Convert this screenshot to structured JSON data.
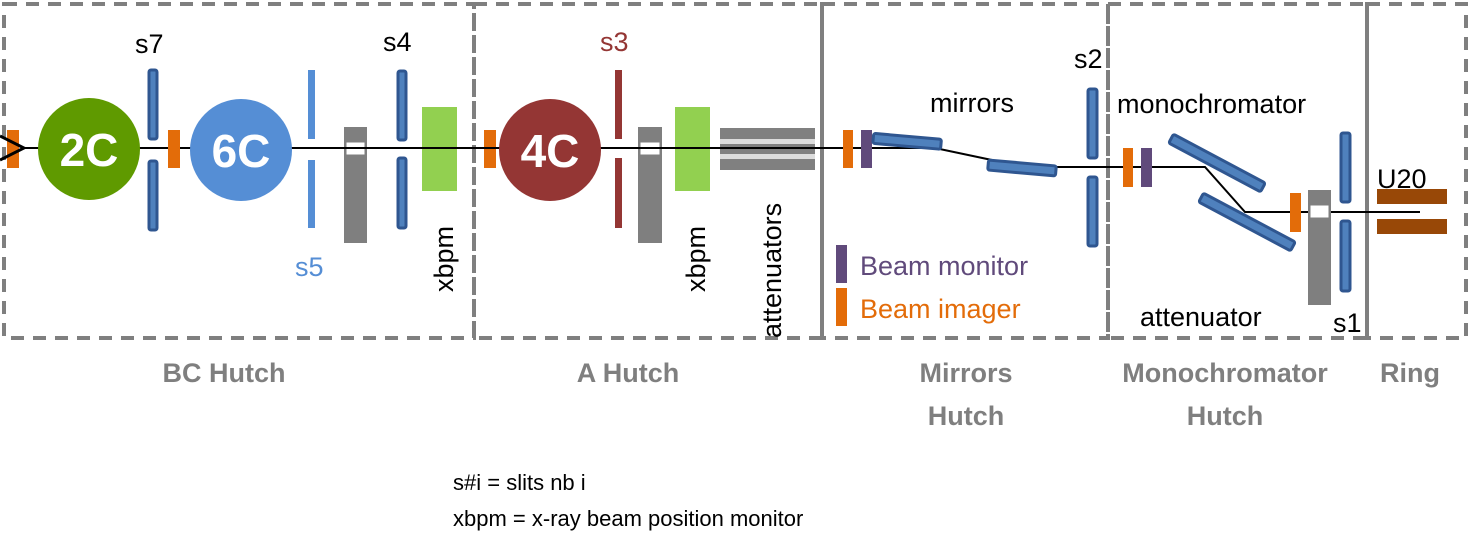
{
  "hutches": {
    "bc": "BC Hutch",
    "a": "A Hutch",
    "mirrors": [
      "Mirrors",
      "Hutch"
    ],
    "mono": [
      "Monochromator",
      "Hutch"
    ],
    "ring": "Ring"
  },
  "stations": {
    "s2c": "2C",
    "s6c": "6C",
    "s4c": "4C"
  },
  "slits": {
    "s1": "s1",
    "s2": "s2",
    "s3": "s3",
    "s4": "s4",
    "s5": "s5",
    "s7": "s7"
  },
  "components": {
    "xbpm_bc": "xbpm",
    "xbpm_a": "xbpm",
    "attenuators": "attenuators",
    "mirrors": "mirrors",
    "monochromator": "monochromator",
    "attenuator": "attenuator",
    "undulator": "U20"
  },
  "legend": {
    "beam_monitor": "Beam monitor",
    "beam_imager": "Beam imager"
  },
  "notes": [
    "s#i = slits nb i",
    "xbpm = x-ray beam position monitor"
  ],
  "colors": {
    "station_2c": "#5f9a00",
    "station_6c": "#558ed5",
    "station_4c": "#943634",
    "slit": "#4f81bd",
    "xbpm": "#92d050",
    "beam_imager": "#e36c09",
    "beam_monitor": "#604a7b",
    "undulator": "#984807",
    "hutch_border": "#7f7f7f"
  }
}
